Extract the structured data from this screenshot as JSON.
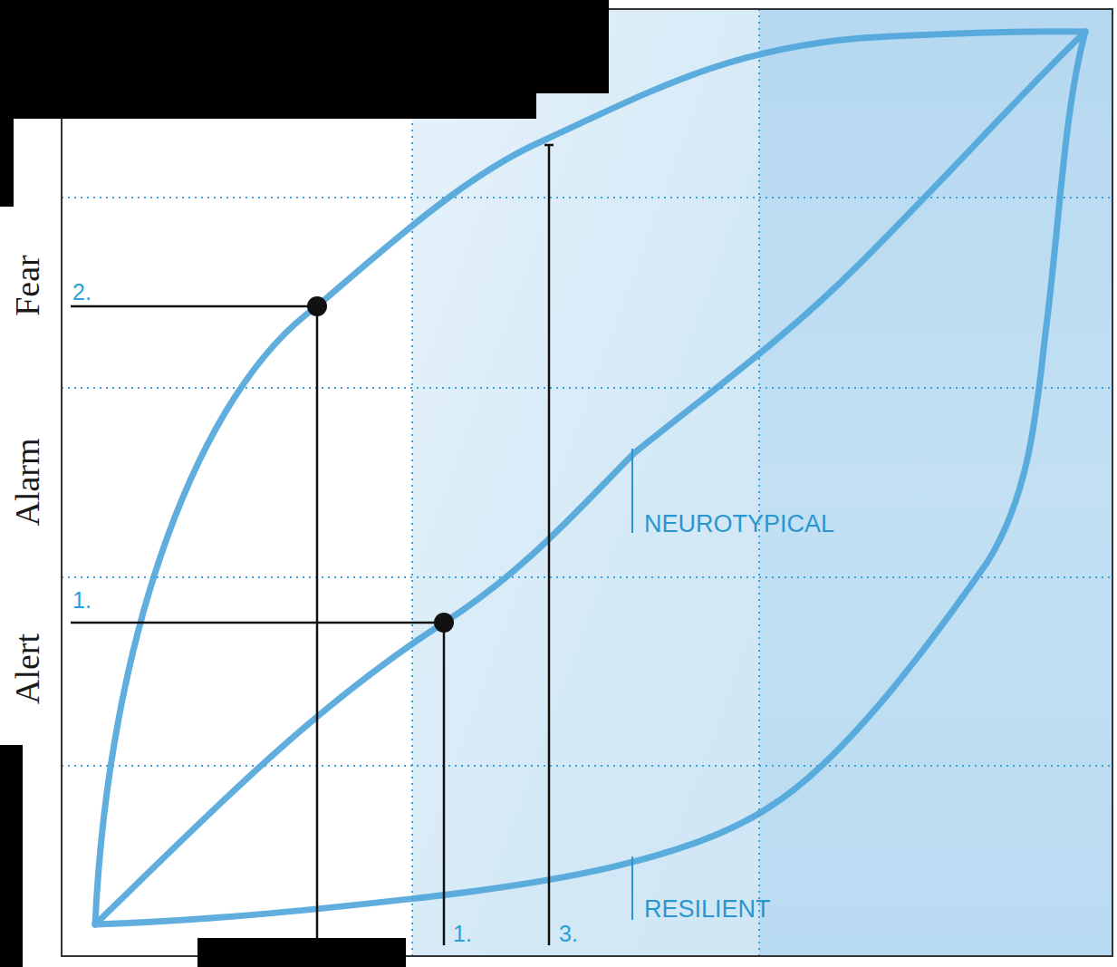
{
  "diagram": {
    "labels": [
      "Fear",
      "Alarm",
      "Alert",
      "2.",
      "1.",
      "NEUROTYPICAL",
      "RESILIENT",
      "1.",
      "3."
    ]
  }
}
